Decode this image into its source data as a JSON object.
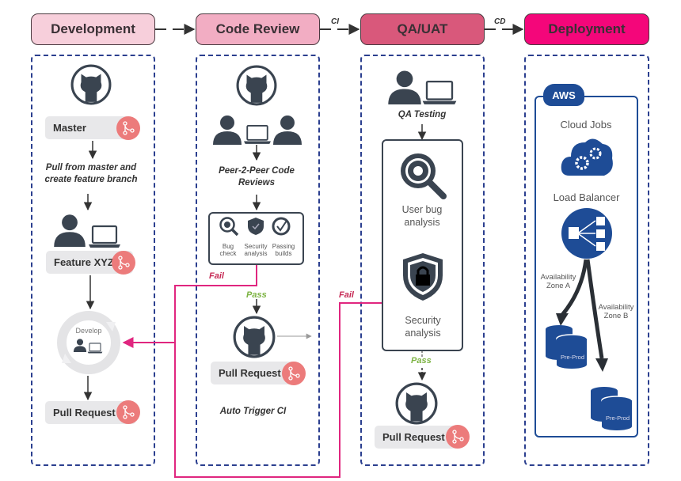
{
  "stages": [
    {
      "label": "Development",
      "color": "#f7cfdb"
    },
    {
      "label": "Code Review",
      "color": "#f2adc3"
    },
    {
      "label": "QA/UAT",
      "color": "#d9587b"
    },
    {
      "label": "Deployment",
      "color": "#f4067a"
    }
  ],
  "connectors": {
    "ci": "CI",
    "cd": "CD"
  },
  "development": {
    "master": "Master",
    "pull_caption": "Pull from master and create feature branch",
    "feature": "Feature XYZ",
    "develop": "Develop",
    "pull_request": "Pull Request"
  },
  "code_review": {
    "peer_caption": "Peer-2-Peer Code Reviews",
    "checks": [
      {
        "label": "Bug check"
      },
      {
        "label": "Security analysis"
      },
      {
        "label": "Passing builds"
      }
    ],
    "fail": "Fail",
    "pass": "Pass",
    "pull_request": "Pull Request",
    "auto_trigger": "Auto Trigger CI"
  },
  "qa": {
    "testing": "QA Testing",
    "bug_analysis": "User bug analysis",
    "security_analysis": "Security analysis",
    "fail": "Fail",
    "pass": "Pass",
    "pull_request": "Pull Request"
  },
  "deployment": {
    "aws": "AWS",
    "cloud_jobs": "Cloud Jobs",
    "load_balancer": "Load Balancer",
    "zone_a": "Availability Zone A",
    "zone_b": "Availability Zone B",
    "preprod_a": "Pre-Prod",
    "preprod_b": "Pre-Prod"
  },
  "colors": {
    "fail": "#e0267f",
    "pass": "#7cb342",
    "lane": "#2b3f8f",
    "aws": "#1e4c96",
    "branch": "#ec7b7b"
  }
}
